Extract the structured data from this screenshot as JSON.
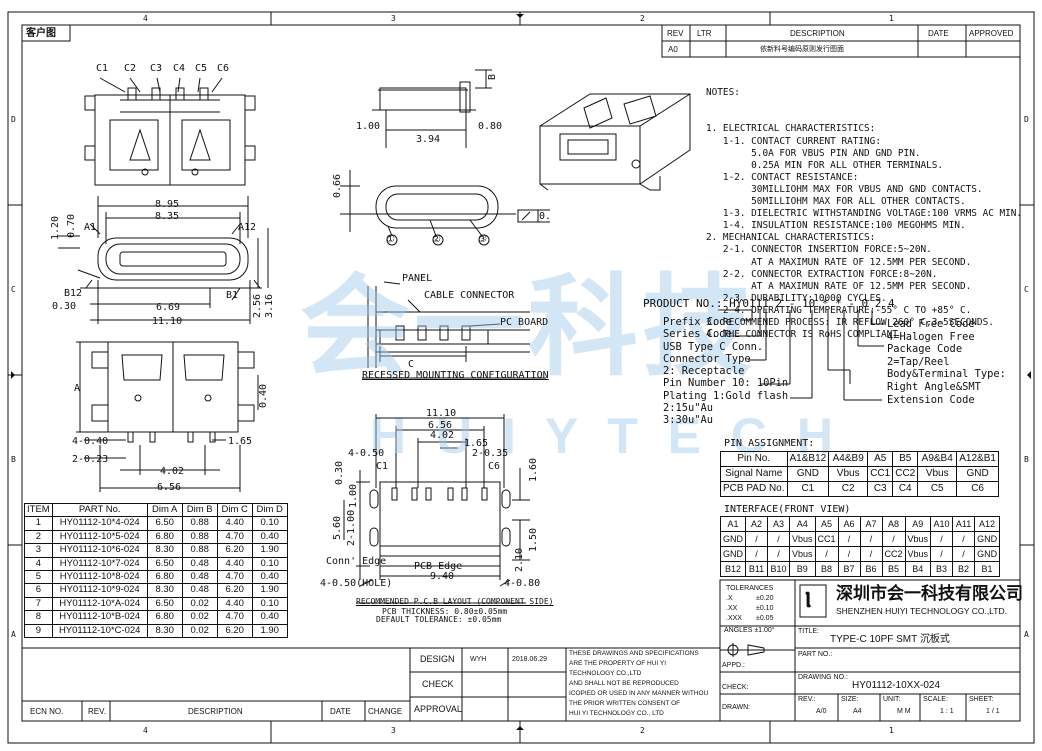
{
  "frame": {
    "zone_numbers_top": [
      "4",
      "3",
      "2",
      "1"
    ],
    "zone_numbers_bottom": [
      "4",
      "3",
      "2",
      "1"
    ],
    "zone_letters_left": [
      "D",
      "C",
      "B",
      "A"
    ],
    "zone_letters_right": [
      "D",
      "C",
      "B",
      "A"
    ],
    "customer_drawing": "客户图"
  },
  "revision_block": {
    "headers": [
      "REV",
      "LTR",
      "DESCRIPTION",
      "DATE",
      "APPROVED"
    ],
    "row": {
      "rev": "A0",
      "ltr": "",
      "description": "依新料号编码原则发行图面",
      "date": "",
      "approved": ""
    }
  },
  "notes": {
    "title": "NOTES:",
    "lines": [
      "1. ELECTRICAL CHARACTERISTICS:",
      "   1-1. CONTACT CURRENT RATING:",
      "        5.0A FOR VBUS PIN AND GND PIN.",
      "        0.25A MIN FOR ALL OTHER TERMINALS.",
      "   1-2. CONTACT RESISTANCE:",
      "        30MILLIOHM MAX FOR VBUS AND GND CONTACTS.",
      "        50MILLIOHM MAX FOR ALL OTHER CONTACTS.",
      "   1-3. DIELECTRIC WITHSTANDING VOLTAGE:100 VRMS AC MIN.",
      "   1-4. INSULATION RESISTANCE:100 MEGOHMS MIN.",
      "2. MECHANICAL CHARACTERISTICS:",
      "   2-1. CONNECTOR INSERTION FORCE:5~20N.",
      "        AT A MAXIMUN RATE OF 12.5MM PER SECOND.",
      "   2-2. CONNECTOR EXTRACTION FORCE:8~20N.",
      "        AT A MAXIMUN RATE OF 12.5MM PER SECOND.",
      "   2-3. DURABILITY:10000 CYCLES.",
      "   2-4. OPERATING TEMPERATURE:-55° C TO +85° C.",
      "3. RECOMMENED PROCESS: IR REFLOW 260° C,3~5SECONDS.",
      "4. THE CONNECTOR IS RoHS COMPLIANT."
    ]
  },
  "product_no": {
    "label": "PRODUCT NO.: HY0111 2 - 10 * * - 0 2 4",
    "left_items": [
      "Prefix Code",
      "Series Code",
      "USB Type C Conn.",
      "Connector Type",
      "2: Receptacle",
      "Pin Number 10: 10Pin",
      "Plating 1:Gold flash",
      "2:15u\"Au",
      "3:30u\"Au"
    ],
    "right_items": [
      "Lead Free Code",
      "4=Halogen Free",
      "Package Code",
      "2=Tap/Reel",
      "Body&Terminal Type:",
      "Right Angle&SMT",
      "Extension Code"
    ]
  },
  "pin_assignment": {
    "title": "PIN ASSIGNMENT:",
    "rows": [
      [
        "Pin No.",
        "A1&B12",
        "A4&B9",
        "A5",
        "B5",
        "A9&B4",
        "A12&B1"
      ],
      [
        "Signal Name",
        "GND",
        "Vbus",
        "CC1",
        "CC2",
        "Vbus",
        "GND"
      ],
      [
        "PCB PAD No.",
        "C1",
        "C2",
        "C3",
        "C4",
        "C5",
        "C6"
      ]
    ]
  },
  "interface": {
    "title": "INTERFACE(FRONT VIEW)",
    "rows": [
      [
        "A1",
        "A2",
        "A3",
        "A4",
        "A5",
        "A6",
        "A7",
        "A8",
        "A9",
        "A10",
        "A11",
        "A12"
      ],
      [
        "GND",
        "/",
        "/",
        "Vbus",
        "CC1",
        "/",
        "/",
        "/",
        "Vbus",
        "/",
        "/",
        "GND"
      ],
      [
        "GND",
        "/",
        "/",
        "Vbus",
        "/",
        "/",
        "/",
        "CC2",
        "Vbus",
        "/",
        "/",
        "GND"
      ],
      [
        "B12",
        "B11",
        "B10",
        "B9",
        "B8",
        "B7",
        "B6",
        "B5",
        "B4",
        "B3",
        "B2",
        "B1"
      ]
    ]
  },
  "company": {
    "name_cn": "深圳市会一科技有限公司",
    "name_en": "SHENZHEN HUIYI TECHNOLOGY CO.,LTD."
  },
  "tolerances": {
    "title": "TOLERANCES",
    "rows": [
      [
        ".X",
        "±0.20"
      ],
      [
        ".XX",
        "±0.10"
      ],
      [
        ".XXX",
        "±0.05"
      ]
    ],
    "angles": "ANGLES ±1.00°"
  },
  "title_block": {
    "title_label": "TITLE:",
    "title_value": "TYPE-C 10PF SMT 沉板式",
    "appd": "APPD.:",
    "part_no": "PART NO.:",
    "check": "CHECK:",
    "drawing_no_label": "DRAWING NO.:",
    "drawing_no": "HY01112-10XX-024",
    "drawn": "DRAWN:",
    "rev_label": "REV.:",
    "rev": "A/0",
    "size_label": "SIZE:",
    "size": "A4",
    "unit_label": "UNIT:",
    "unit": "M M",
    "scale_label": "SCALE:",
    "scale": "1 : 1",
    "sheet_label": "SHEET:",
    "sheet": "1 / 1"
  },
  "approval": {
    "design": "DESIGN",
    "designer": "WYH",
    "date": "2018.06.29",
    "check": "CHECK",
    "approval": "APPROVAL",
    "notice": [
      "THESE DRAWINGS AND SPECIFICATIONS",
      "ARE THE PROPERTY OF HUI YI",
      "TECHNOLOGY  CO.,LTD",
      "AND SHALL NOT BE REPRODUCED",
      "ICOPIED OR USED IN ANY MANNER WITHOU",
      "THE PRIOR WRITTEN CONSENT OF",
      "HUI YI  TECHNOLOGY CO., LTD"
    ]
  },
  "ecn": [
    "ECN  NO.",
    "REV.",
    "DESCRIPTION",
    "DATE",
    "CHANGE"
  ],
  "item_table": {
    "headers": [
      "ITEM",
      "PART No.",
      "Dim A",
      "Dim B",
      "Dim C",
      "Dim D"
    ],
    "rows": [
      [
        "1",
        "HY01112-10*4-024",
        "6.50",
        "0.88",
        "4.40",
        "0.10"
      ],
      [
        "2",
        "HY01112-10*5-024",
        "6.80",
        "0.88",
        "4.70",
        "0.40"
      ],
      [
        "3",
        "HY01112-10*6-024",
        "8.30",
        "0.88",
        "6.20",
        "1.90"
      ],
      [
        "4",
        "HY01112-10*7-024",
        "6.50",
        "0.48",
        "4.40",
        "0.10"
      ],
      [
        "5",
        "HY01112-10*8-024",
        "6.80",
        "0.48",
        "4.70",
        "0.40"
      ],
      [
        "6",
        "HY01112-10*9-024",
        "8.30",
        "0.48",
        "6.20",
        "1.90"
      ],
      [
        "7",
        "HY01112-10*A-024",
        "6.50",
        "0.02",
        "4.40",
        "0.10"
      ],
      [
        "8",
        "HY01112-10*B-024",
        "6.80",
        "0.02",
        "4.70",
        "0.40"
      ],
      [
        "9",
        "HY01112-10*C-024",
        "8.30",
        "0.02",
        "6.20",
        "1.90"
      ]
    ]
  },
  "dims": {
    "pads": [
      "C1",
      "C2",
      "C3",
      "C4",
      "C5",
      "C6"
    ],
    "d895": "8.95",
    "d835": "8.35",
    "d120": "1.20",
    "d070": "0.70",
    "a1": "A1",
    "a12": "A12",
    "b12": "B12",
    "b1": "B1",
    "d030": "0.30",
    "d669": "6.69",
    "d1110": "11.10",
    "d256": "2.56",
    "d316": "3.16",
    "d100": "1.00",
    "d394": "3.94",
    "d080": "0.80",
    "d066": "0.66",
    "d0_1": "0.",
    "b_lbl": "B",
    "c1": "①",
    "c2": "②",
    "c3": "③",
    "panel": "PANEL",
    "cable": "CABLE CONNECTOR",
    "pcb": "PC BOARD",
    "c_lbl": "C",
    "recessed": "RECESSED MOUNTING CONFIGURATION",
    "a_lbl": "A",
    "d040": "0.40",
    "d4x040": "4-0.40",
    "d2x023": "2-0.23",
    "d165": "1.65",
    "d402": "4.02",
    "d656": "6.56",
    "l1110": "11.10",
    "l656": "6.56",
    "l402": "4.02",
    "l165": "1.65",
    "l4x050": "4-0.50",
    "l2x035": "2-0.35",
    "lc1": "C1",
    "lc6": "C6",
    "l030": "0.30",
    "l100": "1.00",
    "l560": "5.60",
    "l2x100": "2-1.00",
    "l160": "1.60",
    "l150": "1.50",
    "l210": "2.10",
    "conn_edge": "Conn' Edge",
    "pcb_edge": "PCB Edge",
    "l940": "9.40",
    "holes": "4-0.50(HOLE)",
    "l4x080": "4-0.80",
    "pcb_title": "RECOMMENDED P.C.B LAYOUT (COMPONENT SIDE)",
    "pcb_thk": "PCB THICKNESS: 0.80±0.05mm",
    "pcb_tol": "DEFAULT TOLERANCE: ±0.05mm"
  },
  "watermark": {
    "main": "会一科技",
    "sub": "H U I Y T E C H"
  }
}
